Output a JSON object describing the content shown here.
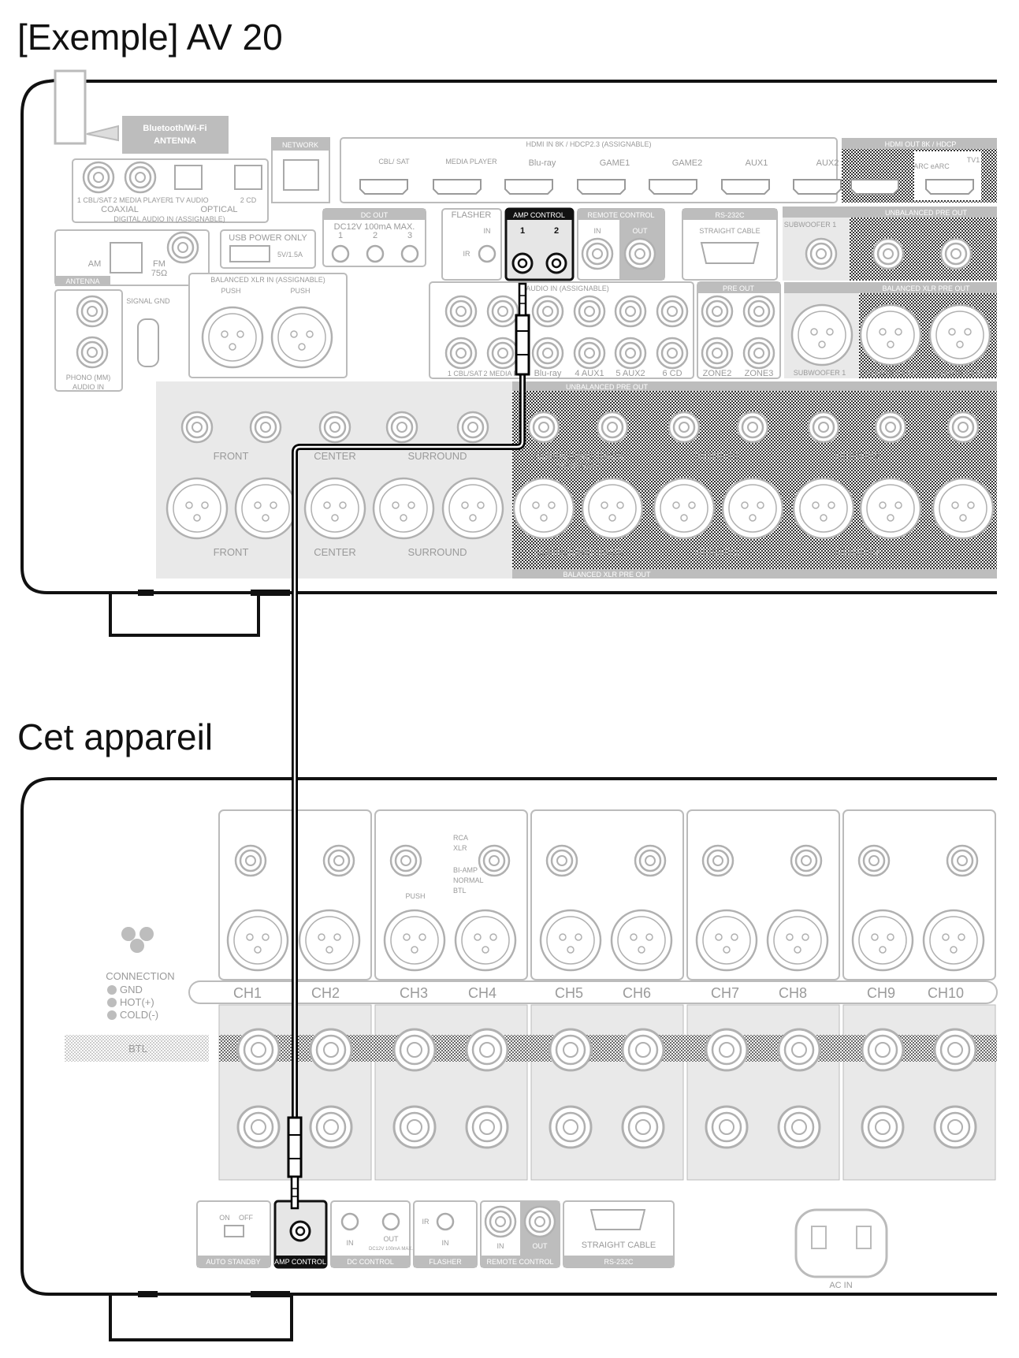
{
  "titles": {
    "top": "[Exemple] AV 20",
    "bottom": "Cet appareil"
  },
  "av20": {
    "antenna_bt": "Bluetooth/Wi-Fi",
    "antenna_bt2": "ANTENNA",
    "network": "NETWORK",
    "hdmi_in": "HDMI IN  8K / HDCP2.3  (ASSIGNABLE)",
    "hdmi_inputs": [
      "CBL/ SAT",
      "MEDIA PLAYER",
      "Blu-ray",
      "GAME1",
      "GAME2",
      "AUX1",
      "AUX2"
    ],
    "hdmi_out": "HDMI OUT  8K / HDCP",
    "tv1": "TV1",
    "arc": "ARC eARC",
    "digital_audio_in": "DIGITAL AUDIO IN  (ASSIGNABLE)",
    "coaxial": "COAXIAL",
    "optical": "OPTICAL",
    "coax_labels": [
      "1 CBL/SAT",
      "2 MEDIA PLAYER",
      "1 TV AUDIO",
      "2 CD"
    ],
    "dc_out": "DC OUT",
    "dc_out_spec": "DC12V  100mA MAX.",
    "dc_out_nums": [
      "1",
      "2",
      "3"
    ],
    "flasher": "FLASHER",
    "flasher_in": "IN",
    "flasher_ir": "IR",
    "amp_control": "AMP CONTROL",
    "amp_nums": [
      "1",
      "2"
    ],
    "remote_control": "REMOTE CONTROL",
    "remote_in": "IN",
    "remote_out": "OUT",
    "rs232c": "RS-232C",
    "straight_cable": "STRAIGHT CABLE",
    "unbalanced_pre_out": "UNBALANCED PRE OUT",
    "subwoofer1": "SUBWOOFER 1",
    "antenna": "ANTENNA",
    "am": "AM",
    "fm": "FM",
    "fm_ohm": "75Ω",
    "usb_power": "USB POWER ONLY",
    "usb_spec": "5V/1.5A",
    "balanced_xlr_in": "BALANCED XLR IN  (ASSIGNABLE)",
    "push": "PUSH",
    "audio_in_assign": "AUDIO IN  (ASSIGNABLE)",
    "audio_in_labels": [
      "1 CBL/SAT",
      "2 MEDIA PL",
      "Blu-ray",
      "4 AUX1",
      "5 AUX2",
      "6 CD"
    ],
    "pre_out": "PRE OUT",
    "zone2": "ZONE2",
    "zone3": "ZONE3",
    "balanced_xlr_pre_out": "BALANCED XLR PRE OUT",
    "subwoofer_labels": [
      "SUBWOOFER 1",
      "SUBWOOFER 2",
      "SUBWOOFER 3"
    ],
    "phono": "PHONO (MM)",
    "audio_in": "AUDIO IN",
    "signal_gnd": "SIGNAL GND",
    "front": "FRONT",
    "center": "CENTER",
    "surround": "SURROUND",
    "surround_back": "SURROUND BACK",
    "height1": "HEIGHT1",
    "height2": "HEIGHT2",
    "assignable": "ASSIGNABLE"
  },
  "amp": {
    "connection": "CONNECTION",
    "gnd": "GND",
    "hot": "HOT(+)",
    "cold": "COLD(-)",
    "btl": "BTL",
    "channels": [
      "CH1",
      "CH2",
      "CH3",
      "CH4",
      "CH5",
      "CH6",
      "CH7",
      "CH8",
      "CH9",
      "CH10"
    ],
    "rca": "RCA",
    "xlr": "XLR",
    "bi_amp": "BI-AMP",
    "normal": "NORMAL",
    "push": "PUSH",
    "on": "ON",
    "off": "OFF",
    "auto_standby": "AUTO STANDBY",
    "amp_control": "AMP CONTROL",
    "dc_in": "IN",
    "dc_out": "OUT",
    "dc_spec": "DC12V 100mA MAX.",
    "dc_control": "DC CONTROL",
    "ir": "IR",
    "flasher_in": "IN",
    "flasher": "FLASHER",
    "remote_in": "IN",
    "remote_out": "OUT",
    "remote_control": "REMOTE CONTROL",
    "straight_cable": "STRAIGHT CABLE",
    "rs232c": "RS-232C",
    "ac_in": "AC IN"
  },
  "colors": {
    "outline": "#111111",
    "faded": "#bdbdbd",
    "panel": "#e9e9e9",
    "highlight": "#222222",
    "cable": "#000000"
  }
}
